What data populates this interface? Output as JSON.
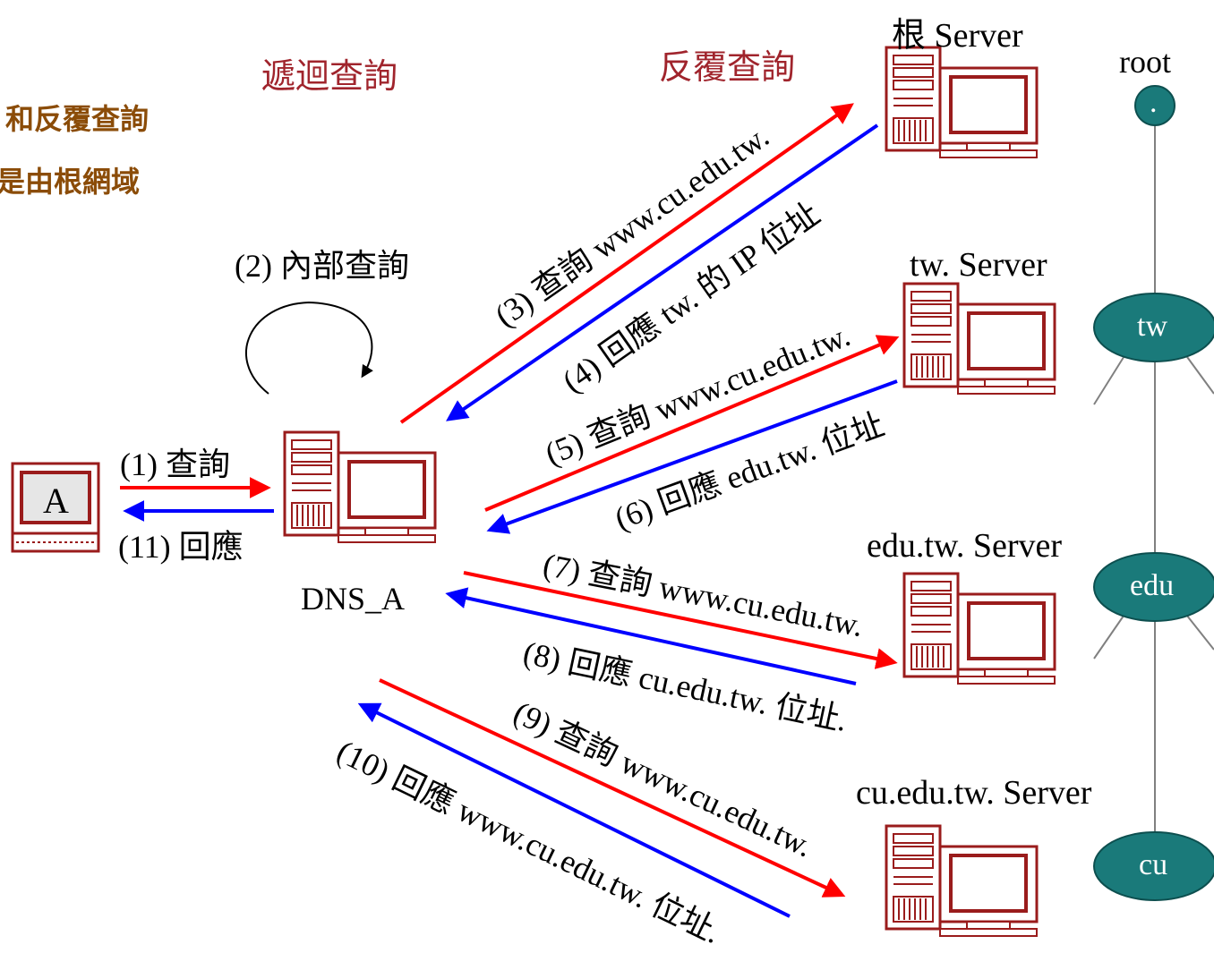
{
  "headings": {
    "recursive": "遞迴查詢",
    "iterative": "反覆查詢"
  },
  "side_text": {
    "line1": "和反覆查詢",
    "line2": "是由根網域"
  },
  "client": {
    "label": "A"
  },
  "dns": {
    "label": "DNS_A"
  },
  "servers": {
    "root": "根 Server",
    "tw": "tw. Server",
    "edu": "edu.tw. Server",
    "cu": "cu.edu.tw. Server"
  },
  "tree": {
    "root": "root",
    "dot": ".",
    "tw": "tw",
    "edu": "edu",
    "cu": "cu"
  },
  "steps": {
    "s1": "(1) 查詢",
    "s2": "(2) 內部查詢",
    "s3": "(3) 查詢 www.cu.edu.tw.",
    "s4": "(4) 回應 tw. 的 IP 位址",
    "s5": "(5) 查詢 www.cu.edu.tw.",
    "s6": "(6) 回應 edu.tw. 位址",
    "s7": "(7) 查詢 www.cu.edu.tw.",
    "s8": "(8) 回應 cu.edu.tw. 位址.",
    "s9": "(9) 查詢 www.cu.edu.tw.",
    "s10": "(10) 回應 www.cu.edu.tw. 位址.",
    "s11": "(11) 回應"
  },
  "colors": {
    "query": "#ff0000",
    "reply": "#0000ff",
    "node": "#1a7a7a",
    "pc": "#9a1c1c"
  }
}
